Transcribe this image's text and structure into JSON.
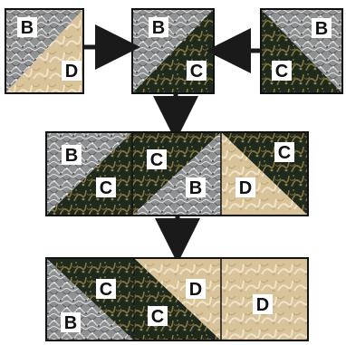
{
  "colors": {
    "fabric_b": "#8f9091",
    "fabric_b_light": "#c9c9c9",
    "fabric_c": "#1d2a1d",
    "fabric_c_gold": "#8a7440",
    "fabric_d": "#d8c39a",
    "fabric_d_light": "#efe4c8",
    "outline": "#111111",
    "label_bg": "#ffffff",
    "label_text": "#111111",
    "arrow": "#1a1a1a"
  },
  "step1": {
    "left_square": {
      "top_label": "B",
      "bottom_label": "D"
    },
    "center_square": {
      "top_label": "B",
      "bottom_label": "C"
    },
    "right_square": {
      "top_label": "B",
      "bottom_label": "C"
    }
  },
  "step2": {
    "block1": {
      "top_label": "B",
      "bottom_label": "C"
    },
    "block2": {
      "top_label": "C",
      "bottom_label": "B"
    },
    "block3": {
      "top_label": "C",
      "bottom_label": "D"
    }
  },
  "step3": {
    "left_labels": [
      "C",
      "B"
    ],
    "middle_labels": [
      "D",
      "C"
    ],
    "right_label": "D"
  },
  "icons": {
    "arrow_right": "arrow-right-icon",
    "arrow_left": "arrow-left-icon",
    "arrow_down": "arrow-down-icon"
  }
}
